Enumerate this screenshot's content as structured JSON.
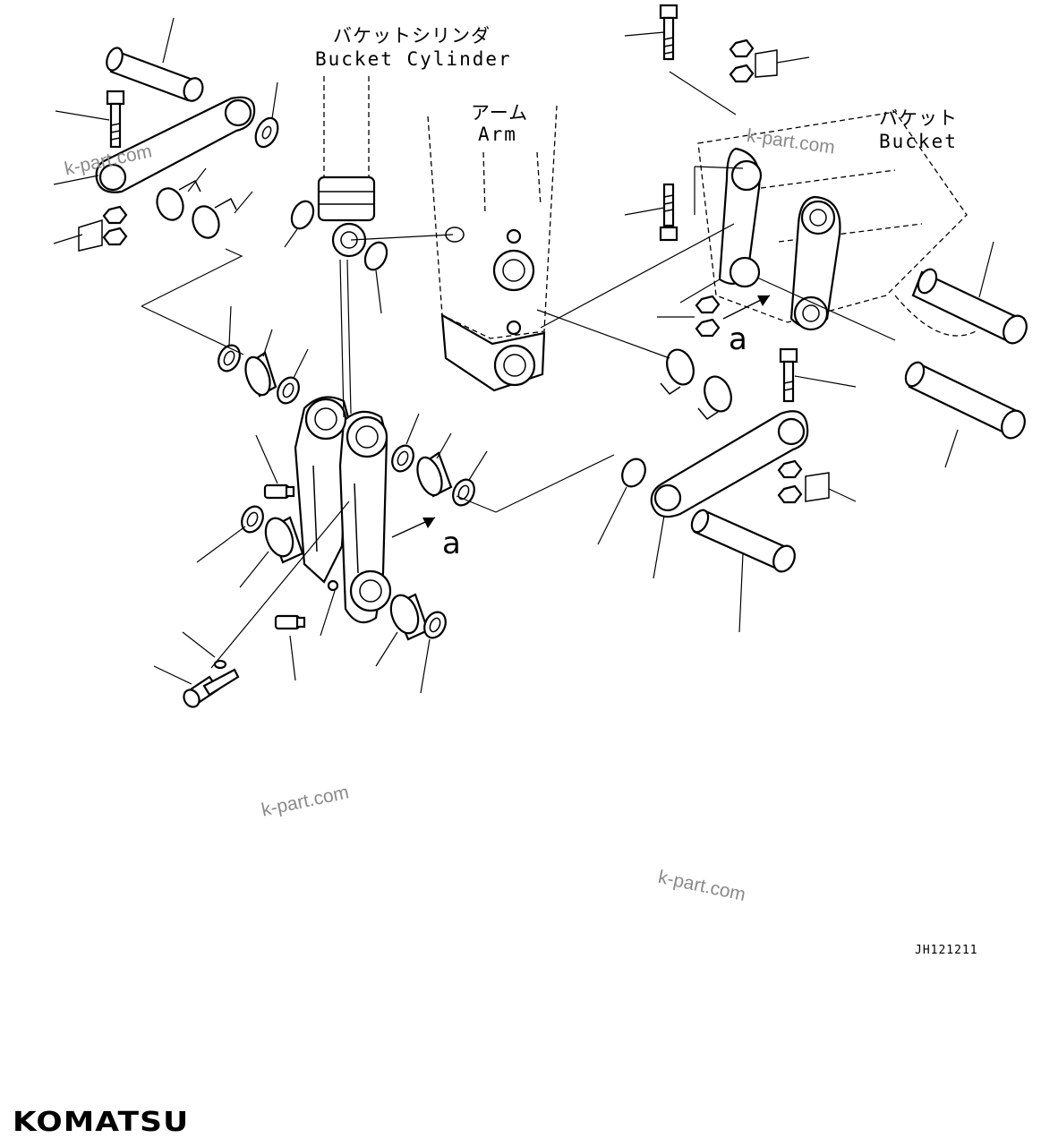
{
  "labels": {
    "bucket_cylinder_jp": "バケットシリンダ",
    "bucket_cylinder_en": "Bucket Cylinder",
    "arm_jp": "アーム",
    "arm_en": "Arm",
    "bucket_jp": "バケット",
    "bucket_en": "Bucket",
    "view_marker_1": "a",
    "view_marker_2": "a"
  },
  "watermarks": [
    "k-part.com",
    "k-part.com",
    "k-part.com",
    "k-part.com"
  ],
  "drawing_code": "JH121211",
  "brand": "KOMATSU"
}
